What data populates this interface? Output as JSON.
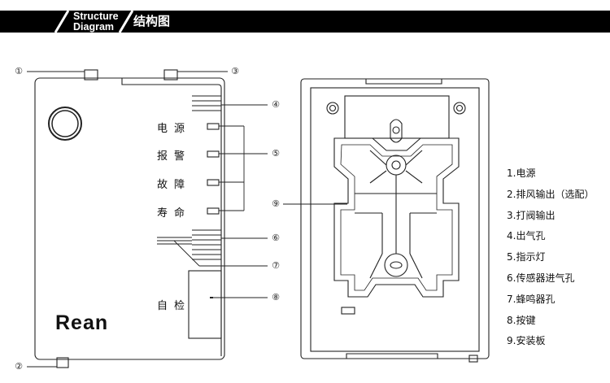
{
  "header": {
    "title_en_line1": "Structure",
    "title_en_line2": "Diagram",
    "title_cn": "结构图"
  },
  "callouts": [
    "①",
    "②",
    "③",
    "④",
    "⑤",
    "⑥",
    "⑦",
    "⑧",
    "⑨"
  ],
  "front_panel": {
    "brand": "Rean",
    "indicator_labels": [
      "电源",
      "报警",
      "故障",
      "寿命"
    ],
    "self_test_label": "自检"
  },
  "legend": [
    "1.电源",
    "2.排风输出（选配）",
    "3.打阀输出",
    "4.出气孔",
    "5.指示灯",
    "6.传感器进气孔",
    "7.蜂鸣器孔",
    "8.按键",
    "9.安装板"
  ],
  "colors": {
    "header": "#000000",
    "line": "#222222",
    "panel_shading": "#d8d8d8"
  }
}
